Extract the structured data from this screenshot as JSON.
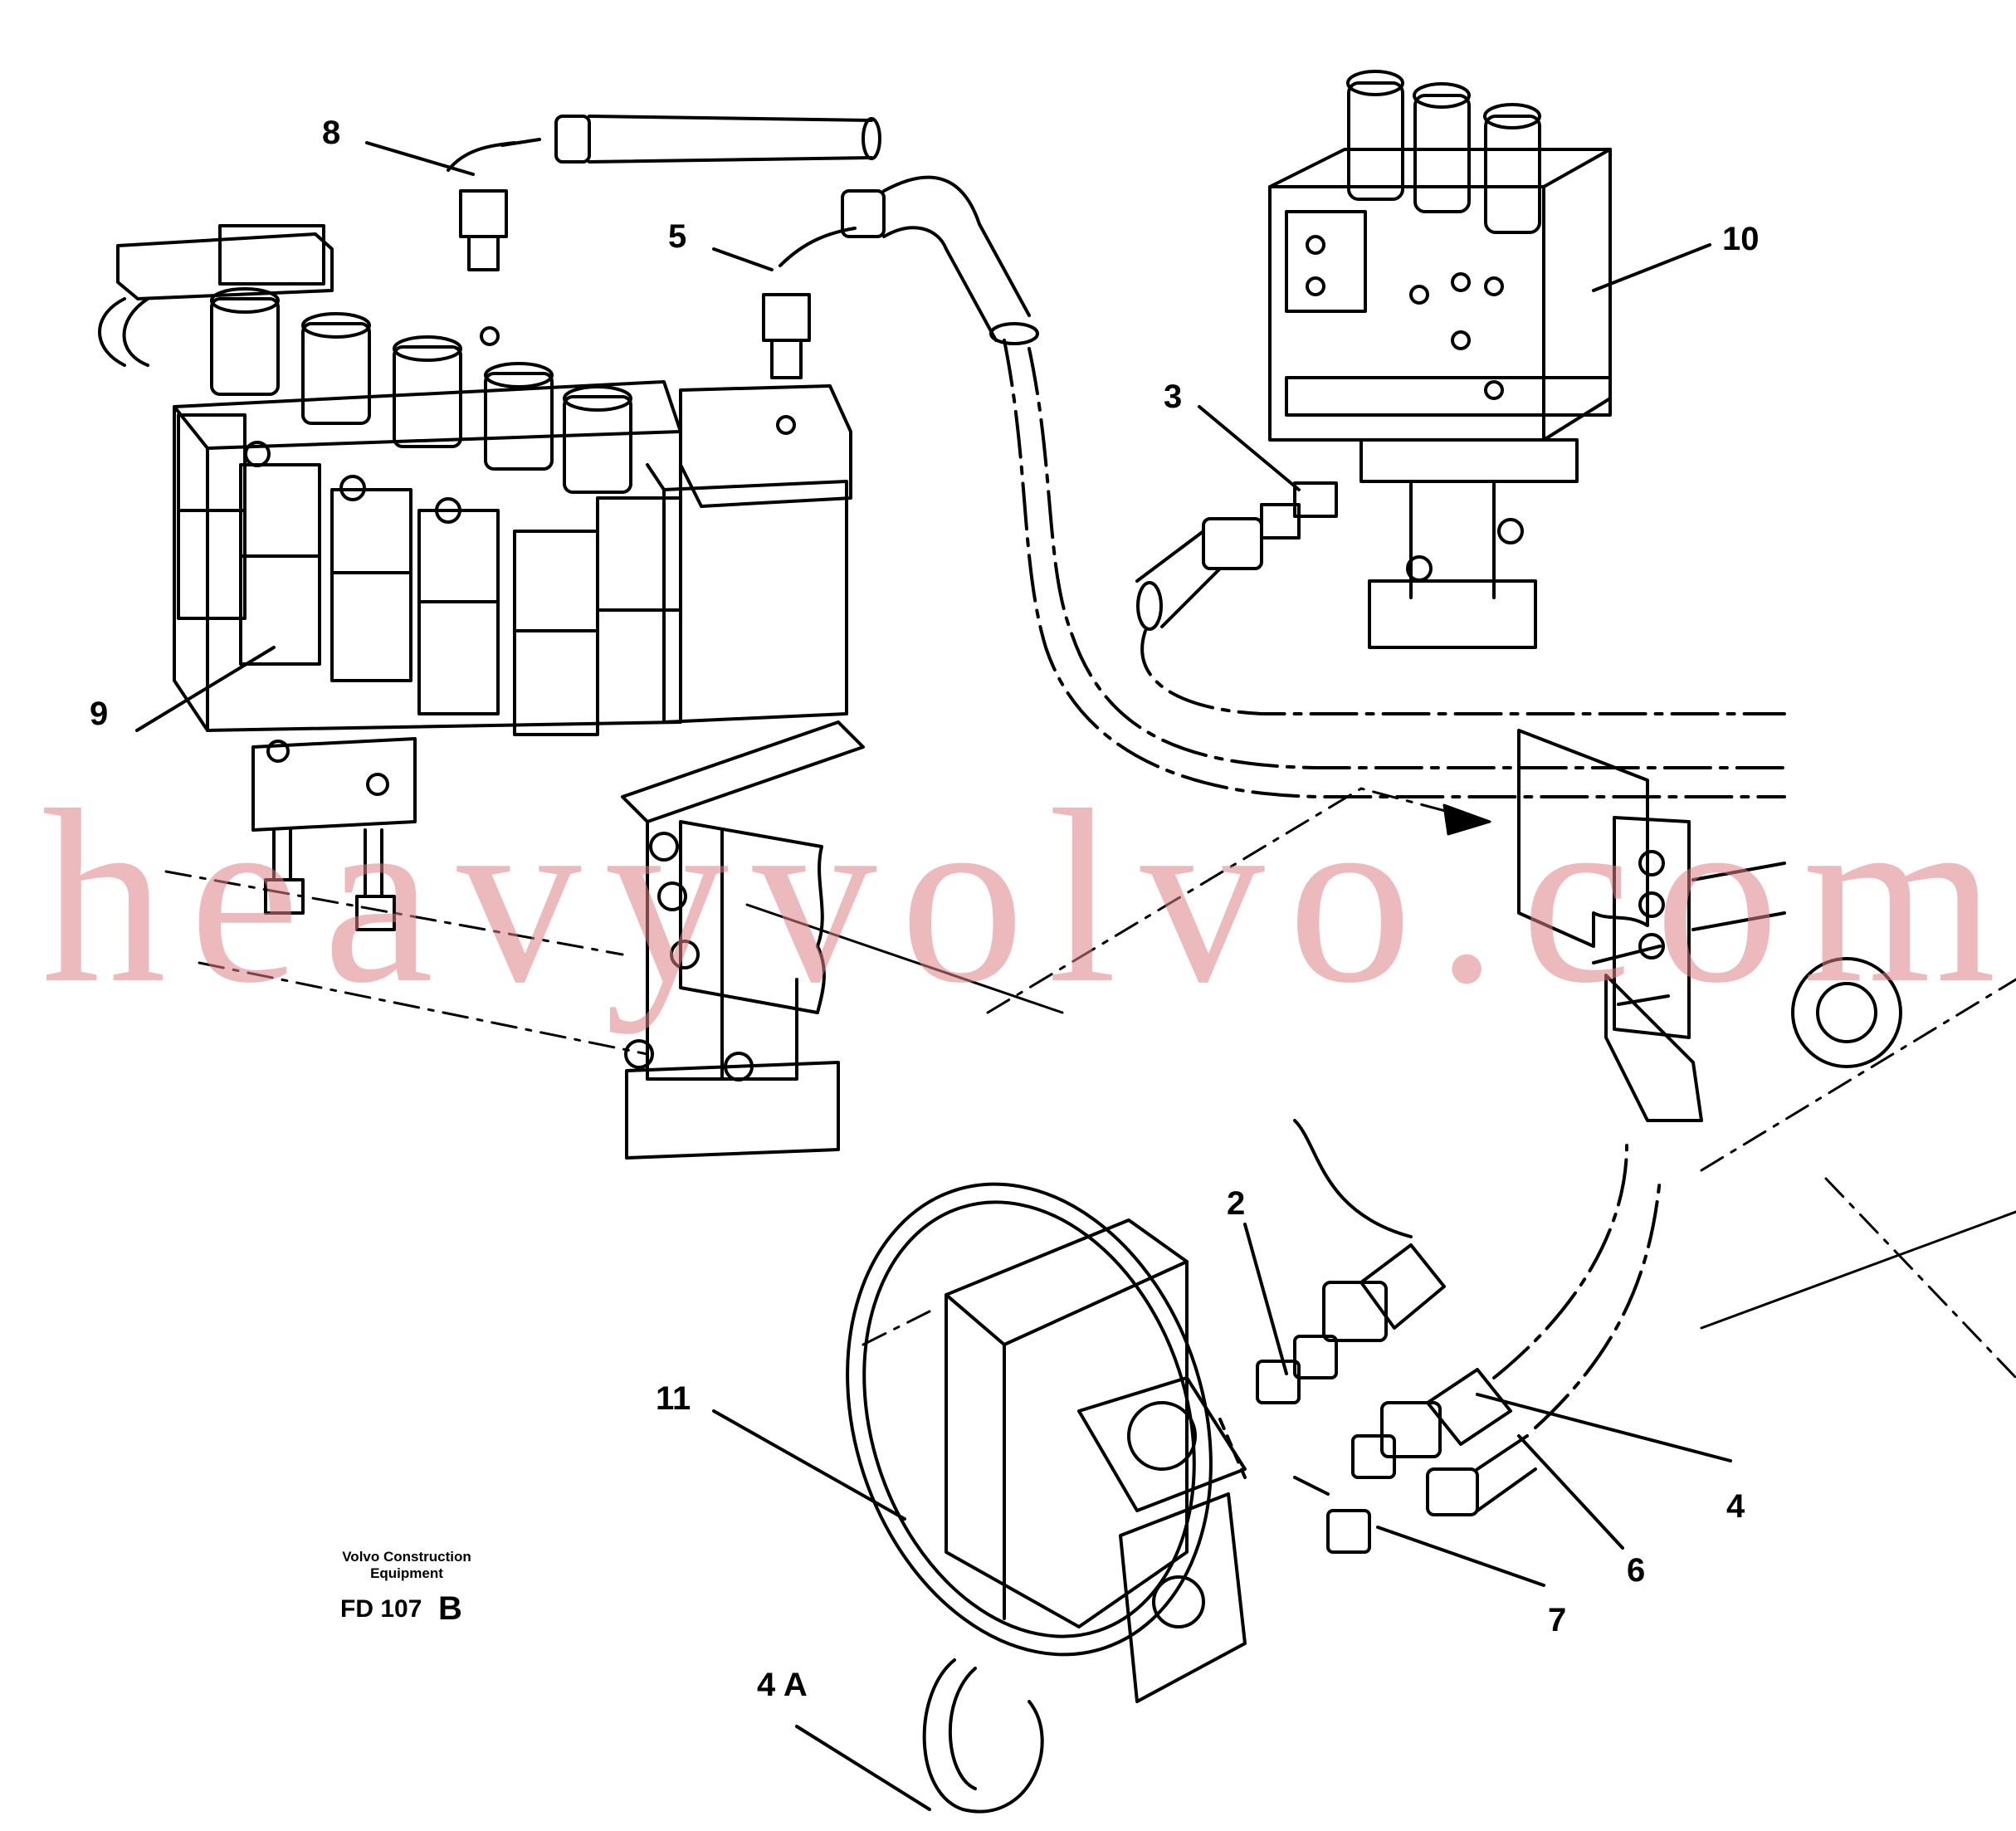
{
  "labels": {
    "l8": "8",
    "l5": "5",
    "l10": "10",
    "l3": "3",
    "l9": "9",
    "l2": "2",
    "l11": "11",
    "l4": "4",
    "l6": "6",
    "l7": "7",
    "l4a": "4 A"
  },
  "brand": {
    "line1": "Volvo Construction",
    "line2": "Equipment",
    "code": "FD 107",
    "revision": "B"
  },
  "watermark": "heavyvolvo.com"
}
